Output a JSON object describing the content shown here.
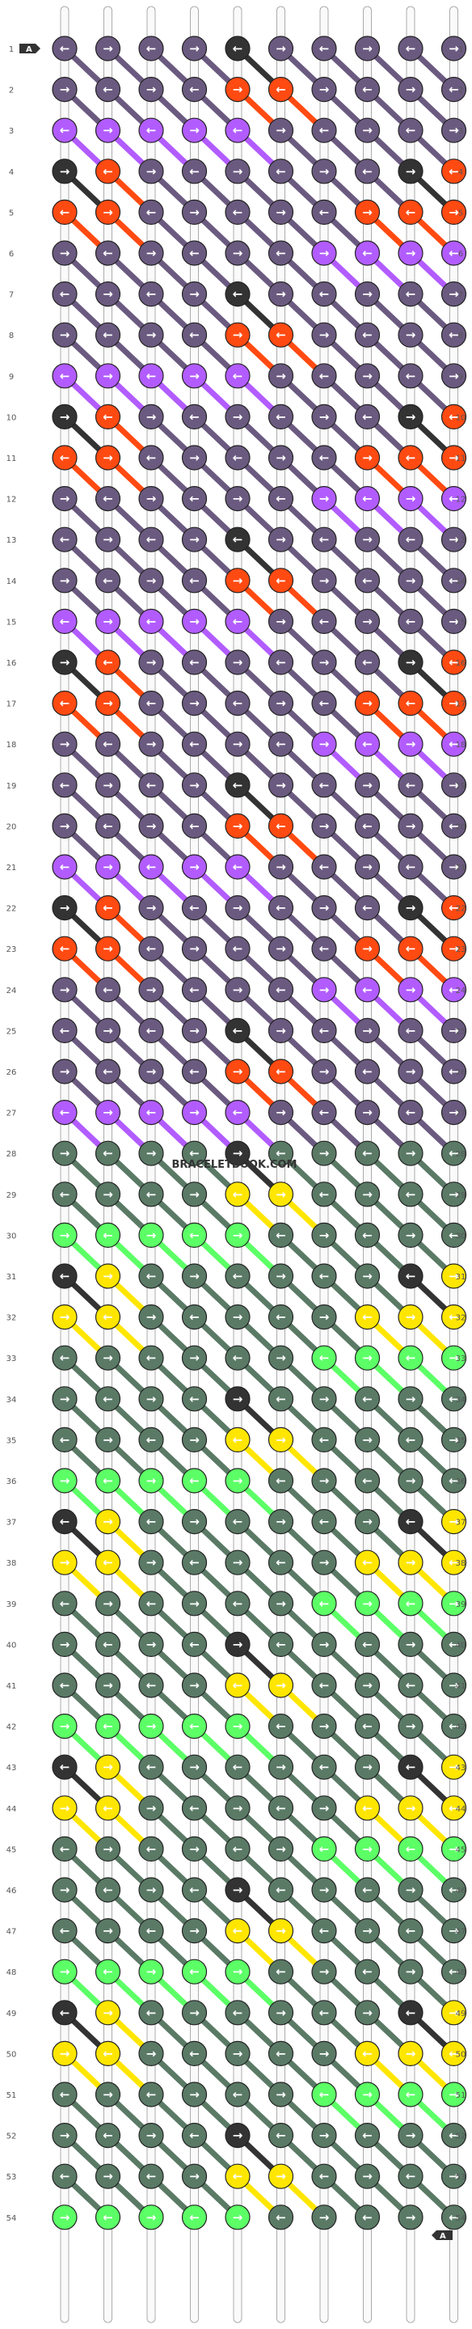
{
  "watermark": "BRACELETBOOK.COM",
  "start_label": "A",
  "end_label": "A",
  "row_count": 54,
  "strings": 10,
  "colors": {
    "dark_purple": "#6b5a80",
    "violet": "#b25cff",
    "orange": "#ff4a12",
    "charcoal": "#333333",
    "gray_green": "#5a7a66",
    "bright_green": "#5cff66",
    "yellow": "#ffe600",
    "line": "#777777"
  },
  "icons": {
    "forward": "arrow-right-icon",
    "backward": "arrow-left-icon"
  },
  "sections": [
    {
      "name": "top",
      "rows": [
        1,
        27
      ],
      "primary": "dark_purple",
      "accents": [
        "violet",
        "orange",
        "charcoal"
      ]
    },
    {
      "name": "bottom",
      "rows": [
        28,
        54
      ],
      "primary": "gray_green",
      "accents": [
        "bright_green",
        "yellow",
        "charcoal"
      ]
    }
  ]
}
